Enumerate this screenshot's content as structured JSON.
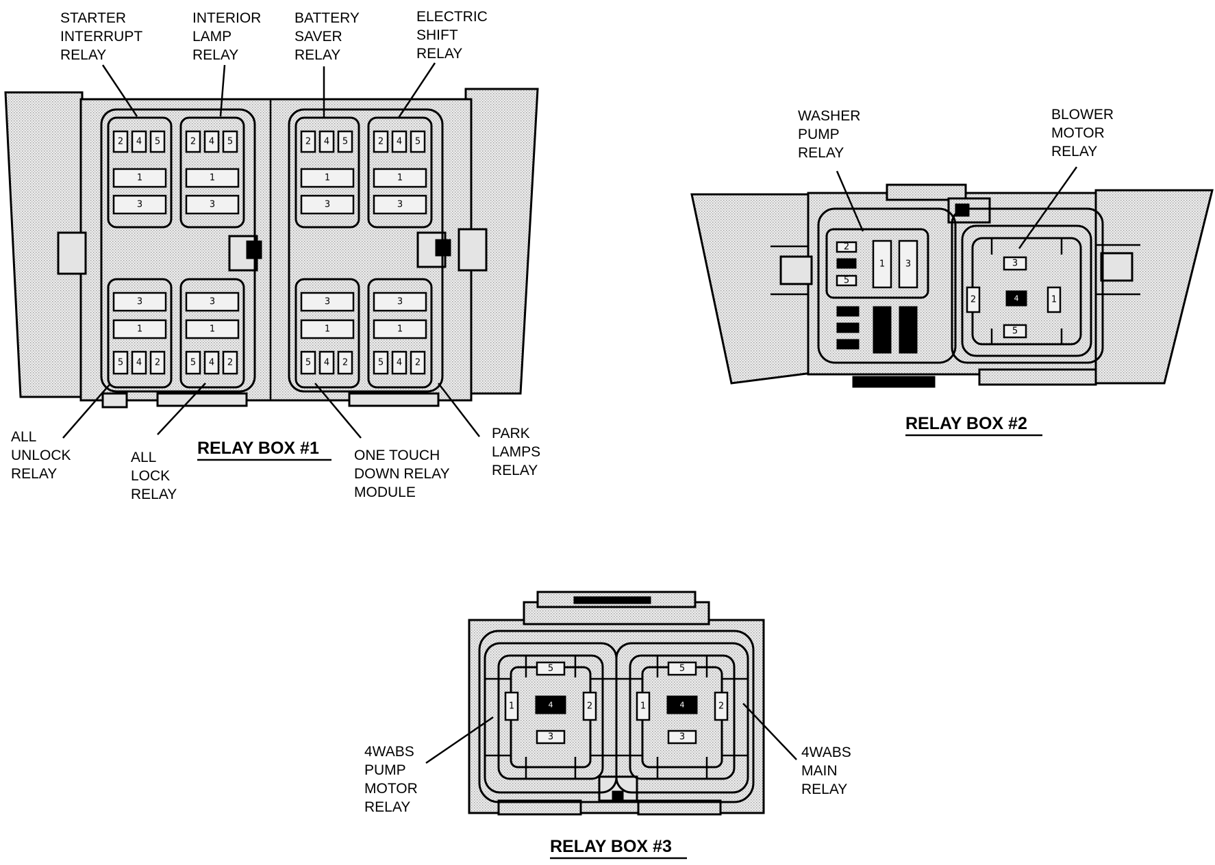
{
  "box1": {
    "title": "RELAY BOX #1",
    "labels": {
      "starter": [
        "STARTER",
        "INTERRUPT",
        "RELAY"
      ],
      "interior": [
        "INTERIOR",
        "LAMP",
        "RELAY"
      ],
      "battery": [
        "BATTERY",
        "SAVER",
        "RELAY"
      ],
      "electric": [
        "ELECTRIC",
        "SHIFT",
        "RELAY"
      ],
      "unlock": [
        "ALL",
        "UNLOCK",
        "RELAY"
      ],
      "lock": [
        "ALL",
        "LOCK",
        "RELAY"
      ],
      "onetouch": [
        "ONE TOUCH",
        "DOWN RELAY",
        "MODULE"
      ],
      "park": [
        "PARK",
        "LAMPS",
        "RELAY"
      ]
    },
    "top_pins": [
      "2",
      "4",
      "5",
      "1",
      "3"
    ],
    "bottom_pins": [
      "3",
      "1",
      "5",
      "4",
      "2"
    ]
  },
  "box2": {
    "title": "RELAY BOX #2",
    "labels": {
      "washer": [
        "WASHER",
        "PUMP",
        "RELAY"
      ],
      "blower": [
        "BLOWER",
        "MOTOR",
        "RELAY"
      ]
    },
    "washer_pins": [
      "2",
      "5",
      "1",
      "3"
    ],
    "blower_pins": [
      "3",
      "2",
      "4",
      "1",
      "5"
    ]
  },
  "box3": {
    "title": "RELAY BOX #3",
    "labels": {
      "pump": [
        "4WABS",
        "PUMP",
        "MOTOR",
        "RELAY"
      ],
      "main": [
        "4WABS",
        "MAIN",
        "RELAY"
      ]
    },
    "pins": [
      "5",
      "1",
      "4",
      "2",
      "3"
    ]
  }
}
